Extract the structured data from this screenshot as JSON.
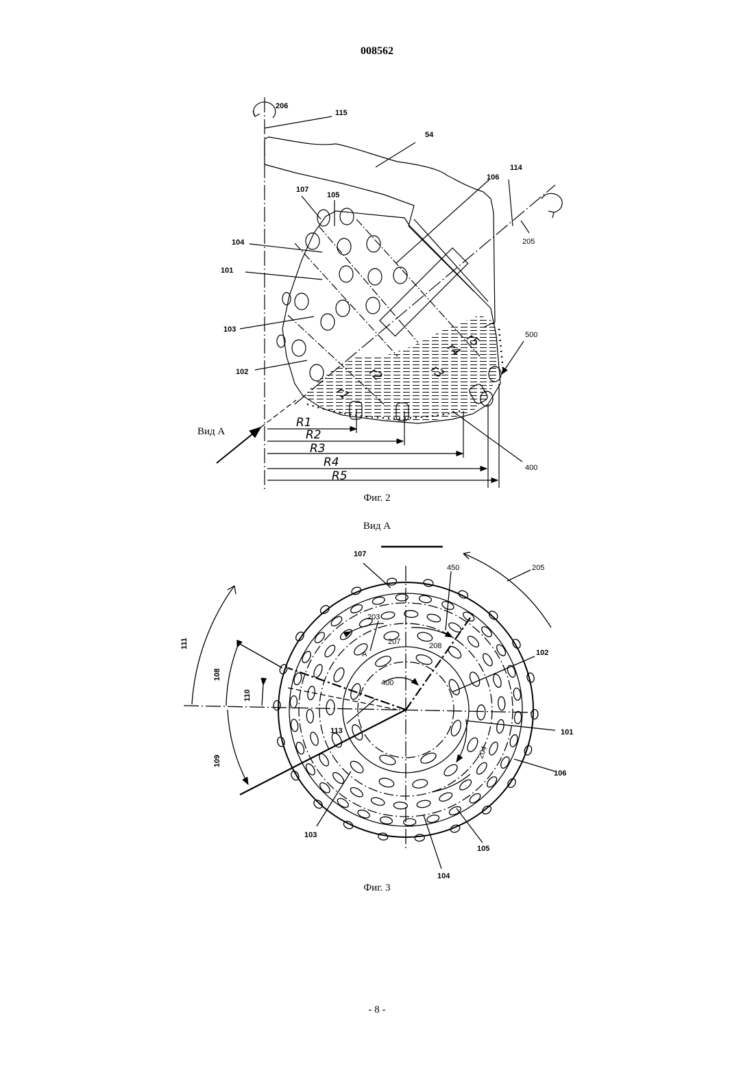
{
  "header": {
    "doc_number": "008562"
  },
  "figure2": {
    "caption": "Фиг. 2",
    "view_label": "Вид А",
    "labels": {
      "l206": "206",
      "l115": "115",
      "l54": "54",
      "l114": "114",
      "l106": "106",
      "l107": "107",
      "l105": "105",
      "l104": "104",
      "l101": "101",
      "l103": "103",
      "l102": "102",
      "l205": "205",
      "l500": "500",
      "l400": "400"
    },
    "radii": {
      "R1": "R1",
      "R2": "R2",
      "R3": "R3",
      "R4": "R4",
      "R5": "R5"
    },
    "cutter_radii": {
      "r1": "r1",
      "r2": "r2",
      "r3": "r3",
      "r4": "r4",
      "r5": "r5"
    }
  },
  "figure3": {
    "caption": "Фиг. 3",
    "title": "Вид А",
    "labels": {
      "l107": "107",
      "l450": "450",
      "l205": "205",
      "l203": "203",
      "l207": "207",
      "l208": "208",
      "lA": "A",
      "l102": "102",
      "l111": "111",
      "l108": "108",
      "l110": "110",
      "l400": "400",
      "l113": "113",
      "l101": "101",
      "l204": "204",
      "l109": "109",
      "l106": "106",
      "l103": "103",
      "l105": "105",
      "l104": "104"
    }
  },
  "footer": {
    "page_number": "- 8 -"
  }
}
